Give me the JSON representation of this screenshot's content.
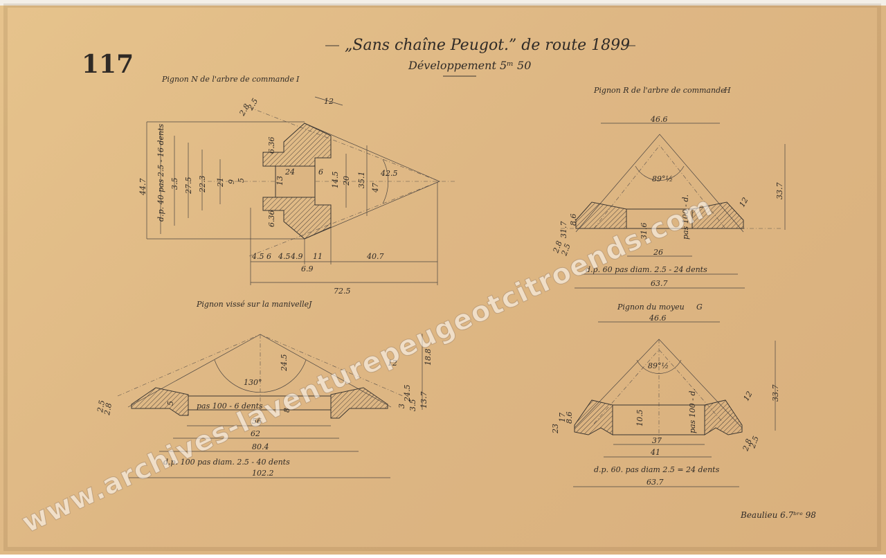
{
  "sheet": {
    "number": "117",
    "title": "„Sans chaîne Peugot.” de route 1899",
    "subtitle": "Développement 5ᵐ 50",
    "signature": "Beaulieu 6.7ᵇʳᵉ 98",
    "watermark": "www.archives-laventurepeugeotcitroends.com"
  },
  "pinions": {
    "I": {
      "label": "Pignon N de l'arbre de commande",
      "letter": "I",
      "dims": [
        "2.8",
        "2.5",
        "12",
        "44.7",
        "d.p. 40 pas 2.5 - 16 dents",
        "3.5",
        "27.5",
        "22.3",
        "21",
        "9",
        "5",
        "13",
        "24",
        "6",
        "14.5",
        "20",
        "35.1",
        "47",
        "42.5",
        "6.36",
        "6.36",
        "4.5",
        "6",
        "4.5",
        "4.9",
        "11",
        "40.7",
        "6.9",
        "72.5"
      ]
    },
    "H": {
      "label": "Pignon R de l'arbre de commande",
      "letter": "H",
      "dims": [
        "46.6",
        "89°½",
        "33.7",
        "12",
        "31.7",
        "8.6",
        "31.6",
        "pas 100 - d.",
        "2.8",
        "2.5",
        "26",
        "d.p. 60 pas diam. 2.5 - 24 dents",
        "63.7"
      ]
    },
    "J": {
      "label": "Pignon vissé sur la manivelle",
      "letter": "J",
      "dims": [
        "24.5",
        "18.8",
        "12",
        "130°",
        "5",
        "8",
        "pas 100 - 6 dents",
        "2.5",
        "2.8",
        "3",
        "24.5",
        "3.5",
        "13.7",
        "56",
        "62",
        "80.4",
        "d.p. 100 pas diam. 2.5 - 40 dents",
        "102.2"
      ]
    },
    "G": {
      "label": "Pignon du moyeu",
      "letter": "G",
      "dims": [
        "46.6",
        "89°½",
        "33.7",
        "12",
        "23",
        "17",
        "8.6",
        "10.5",
        "pas 100 - d.",
        "2.8",
        "2.5",
        "37",
        "41",
        "d.p. 60. pas diam 2.5 = 24 dents",
        "63.7"
      ]
    }
  }
}
